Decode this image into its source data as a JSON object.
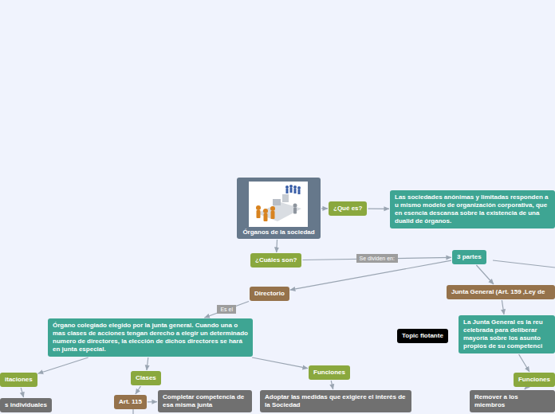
{
  "diagram": {
    "nodes": [
      {
        "text": [
          "Órganos de la sociedad"
        ]
      },
      {
        "text": [
          "¿Qué es?"
        ]
      },
      {
        "text": [
          "Las sociedades anónimas y limitadas responden a u mismo modelo de organización corporativa, que en esencia descansa sobre la existencia de una dualid de órganos."
        ]
      },
      {
        "text": [
          "¿Cuáles son?"
        ]
      },
      {
        "text": [
          "3 partes"
        ]
      },
      {
        "text": [
          "Directorio"
        ]
      },
      {
        "text": [
          "Junta General (Art. 159 ,Ley de"
        ]
      },
      {
        "text": [
          "Órgano colegiado elegido por la junta general. Cuando una o mas clases de acciones tengan derecho a elegir un determinado numero de directores, la elección de dichos directores se hará en junta especial."
        ]
      },
      {
        "text": [
          "Topic flotante"
        ]
      },
      {
        "text": [
          "La Junta General es la reu celebrada para deliberar mayoría sobre los asunto propios de su competenci"
        ]
      },
      {
        "text": [
          "itaciones"
        ]
      },
      {
        "text": [
          "Clases"
        ]
      },
      {
        "text": [
          "Funciones"
        ]
      },
      {
        "text": [
          "Funciones"
        ]
      },
      {
        "text": [
          "Art. 115"
        ]
      },
      {
        "text": [
          "Completar competencia de esa misma junta"
        ]
      },
      {
        "text": [
          "Adoptar las medidas que exigiere el interés de la Sociedad"
        ]
      },
      {
        "text": [
          "s individuales"
        ]
      },
      {
        "text": [
          "Remover a los miembros"
        ]
      }
    ],
    "edges": [
      {
        "from": 0,
        "to": 1,
        "arrow": "to"
      },
      {
        "from": 1,
        "to": 2,
        "arrow": "to"
      },
      {
        "from": 0,
        "to": 3,
        "arrow": "to"
      },
      {
        "from": 3,
        "to": 4,
        "label": "Se dividen en:",
        "arrow": "to"
      },
      {
        "from": 4,
        "to": 5,
        "arrow": "to"
      },
      {
        "from": 4,
        "to": 6,
        "arrow": "to"
      },
      {
        "from": 5,
        "to": 7,
        "label": "Es el",
        "arrow": "to"
      },
      {
        "from": 7,
        "to": 10,
        "arrow": "to"
      },
      {
        "from": 7,
        "to": 11,
        "arrow": "to"
      },
      {
        "from": 7,
        "to": 12,
        "arrow": "to"
      },
      {
        "from": 11,
        "to": 14,
        "arrow": "to"
      },
      {
        "from": 14,
        "to": 15,
        "arrow": "to"
      },
      {
        "from": 12,
        "to": 16,
        "arrow": "to"
      },
      {
        "from": 10,
        "to": 17,
        "arrow": "to"
      },
      {
        "from": 6,
        "to": 9,
        "arrow": "to"
      },
      {
        "from": 9,
        "to": 13,
        "arrow": "to"
      },
      {
        "from": 13,
        "to": 18,
        "arrow": "to"
      }
    ]
  }
}
